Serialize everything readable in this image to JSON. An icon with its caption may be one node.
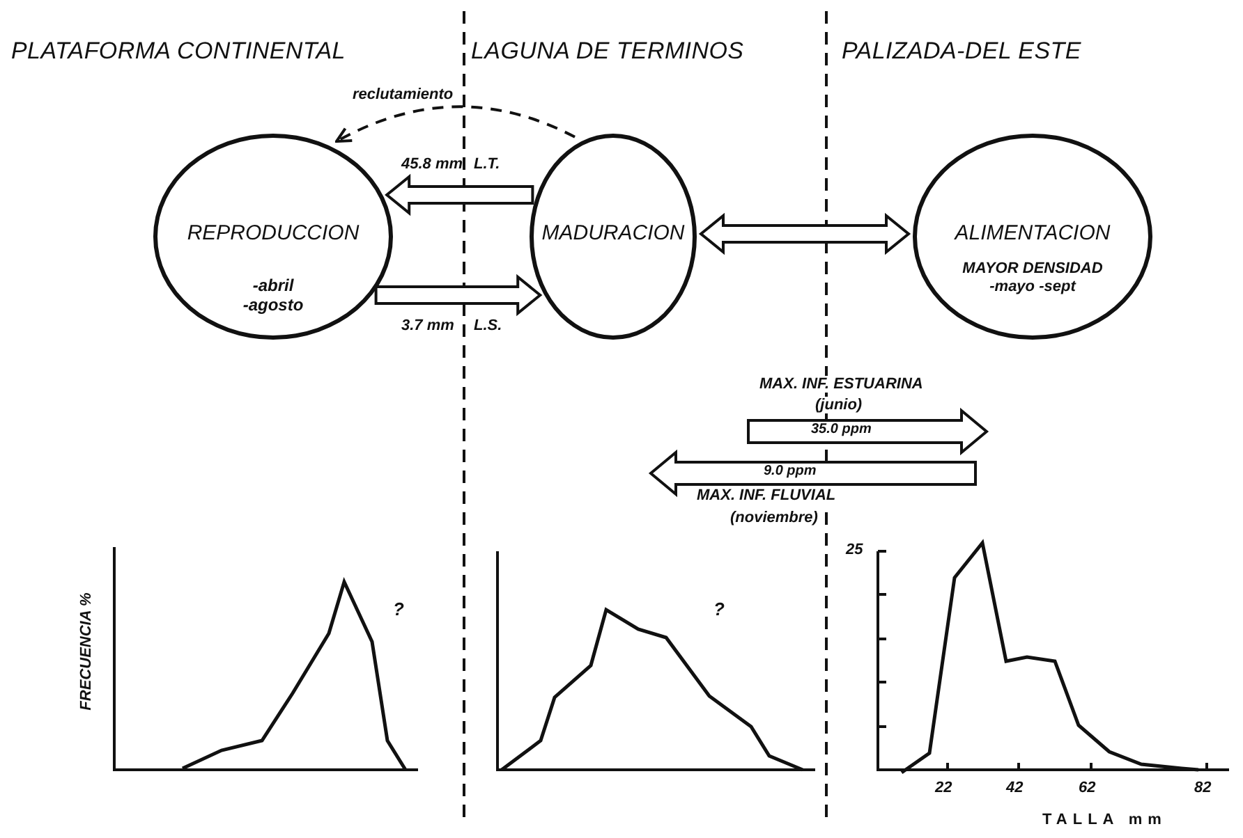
{
  "diagram": {
    "nodes": [
      {
        "text": [
          "REPRODUCCION",
          "-abril -agosto"
        ]
      },
      {
        "text": [
          "MADURACION"
        ]
      },
      {
        "text": [
          "ALIMENTACION",
          "MAYOR DENSIDAD -mayo -sept"
        ]
      }
    ],
    "edges": [
      {
        "from": 1,
        "to": 0,
        "arrow": "to",
        "style": "dashed",
        "label": "reclutamiento"
      },
      {
        "from": 1,
        "to": 0,
        "arrow": "to",
        "label": "45.8 mm"
      },
      {
        "from": 0,
        "to": 1,
        "arrow": "to",
        "label": "3.7 mm"
      },
      {
        "from": 1,
        "to": 2,
        "arrow": "both"
      }
    ],
    "labels": [
      "PLATAFORMA CONTINENTAL",
      "LAGUNA DE TERMINOS",
      "PALIZADA-DEL ESTE",
      "L.T.",
      "L.S.",
      "MAX. INF. ESTUARINA",
      "(junio)",
      "35.0 ppm",
      "9.0 ppm",
      "MAX. INF. FLUVIAL",
      "(noviembre)",
      "?",
      "?",
      "FRECUENCIA %",
      "25",
      "22",
      "42",
      "62",
      "82",
      "TALLA mm"
    ]
  }
}
